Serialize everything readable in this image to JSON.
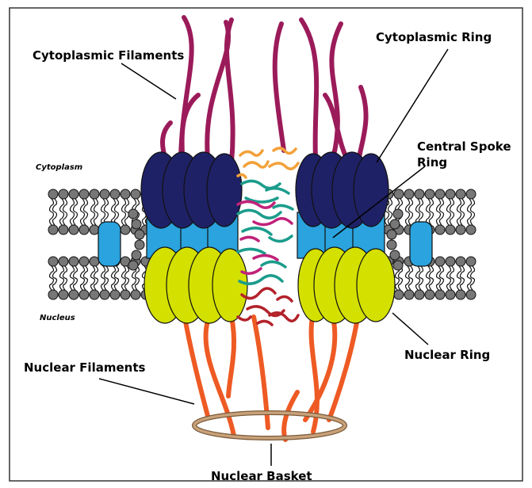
{
  "labels": {
    "cytoplasmic_filaments": "Cytoplasmic Filaments",
    "cytoplasmic_ring": "Cytoplasmic Ring",
    "central_spoke_ring_line1": "Central Spoke",
    "central_spoke_ring_line2": "Ring",
    "cytoplasm": "Cytoplasm",
    "nucleus": "Nucleus",
    "nuclear_filaments": "Nuclear Filaments",
    "nuclear_ring": "Nuclear Ring",
    "nuclear_basket": "Nuclear Basket"
  },
  "colors": {
    "cytoplasmic_filament": "#9b1b5a",
    "cytoplasmic_ring": "#1f2166",
    "spoke": "#2aa3de",
    "nuclear_ring": "#d4e000",
    "nuclear_filament": "#ee5a24",
    "basket": "#b48a5e",
    "membrane_head": "#777777",
    "fg_orange": "#f2a13a",
    "fg_teal": "#1b9c8c",
    "fg_magenta": "#c0227a",
    "fg_red": "#b3222a"
  }
}
